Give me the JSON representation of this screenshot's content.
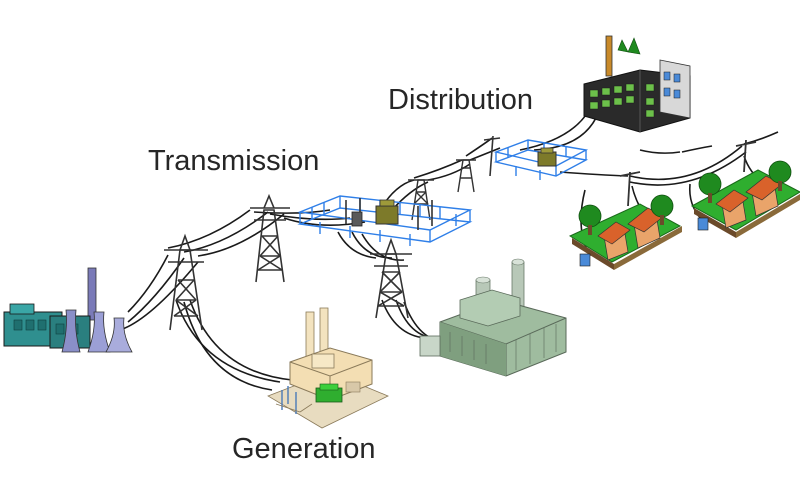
{
  "labels": {
    "distribution": "Distribution",
    "transmission": "Transmission",
    "generation": "Generation"
  },
  "colors": {
    "wire": "#1a1a1a",
    "tower": "#333333",
    "substation_fence": "#2f7fe8",
    "transformer": "#7d7a2a",
    "grass": "#2fae2f",
    "house_roof": "#d9622b",
    "house_wall": "#e9a46a",
    "tree": "#1f8a1f",
    "coal_plant": "#2f8f8f",
    "gas_plant": "#8fae8f",
    "nuclear_plant": "#f3deb3",
    "factory": "#1a1a1a"
  },
  "icons": [
    "coal-power-plant-icon",
    "nuclear-power-plant-icon",
    "gas-power-plant-icon",
    "transmission-tower-icon",
    "substation-icon",
    "transformer-icon",
    "factory-icon",
    "house-icon",
    "tree-icon"
  ]
}
